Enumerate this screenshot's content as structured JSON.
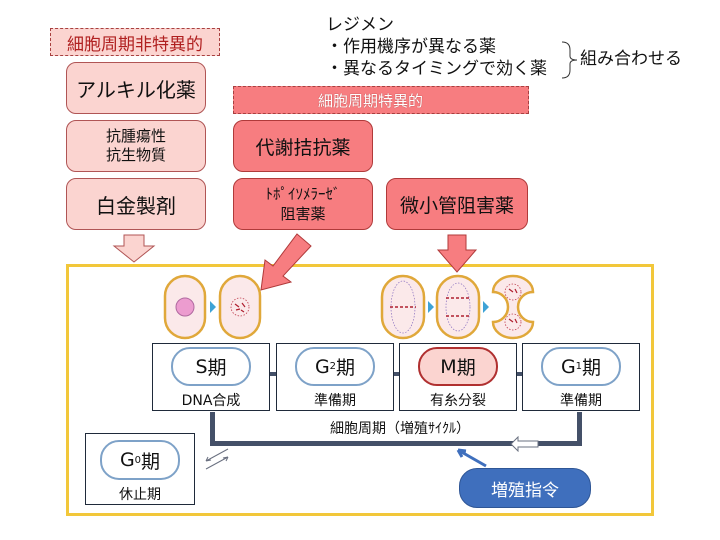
{
  "labels": {
    "nonspecific": "細胞周期非特異的",
    "specific": "細胞周期特異的"
  },
  "regimen": {
    "title": "レジメン",
    "items": [
      "・作用機序が異なる薬",
      "・異なるタイミングで効く薬"
    ],
    "combine": "組み合わせる"
  },
  "drugs_nonspecific": [
    {
      "line1": "アルキル化薬",
      "line2": ""
    },
    {
      "line1": "抗腫瘍性",
      "line2": "抗生物質"
    },
    {
      "line1": "白金製剤",
      "line2": ""
    }
  ],
  "drugs_specific": [
    {
      "line1": "代謝拮抗薬",
      "line2": ""
    },
    {
      "line1": "ﾄﾎﾟｲｿﾒﾗｰｾﾞ",
      "line2": "阻害薬"
    },
    {
      "line1": "微小管阻害薬",
      "line2": ""
    }
  ],
  "phases": [
    {
      "name": "S",
      "sub": "",
      "suffix": "期",
      "desc": "DNA合成"
    },
    {
      "name": "G",
      "sub": "2",
      "suffix": "期",
      "desc": "準備期"
    },
    {
      "name": "M",
      "sub": "",
      "suffix": "期",
      "desc": "有糸分裂"
    },
    {
      "name": "G",
      "sub": "1",
      "suffix": "期",
      "desc": "準備期"
    }
  ],
  "g0": {
    "name": "G",
    "sub": "0",
    "suffix": "期",
    "desc": "休止期"
  },
  "cycle_label": "細胞周期（増殖ｻｲｸﾙ）",
  "proliferation_signal": "増殖指令",
  "colors": {
    "light_pink": "#fbd4d0",
    "salmon": "#f77d80",
    "frame_yellow": "#f2c73a",
    "cycle_line": "#445068",
    "signal_blue": "#3f6fbd"
  }
}
